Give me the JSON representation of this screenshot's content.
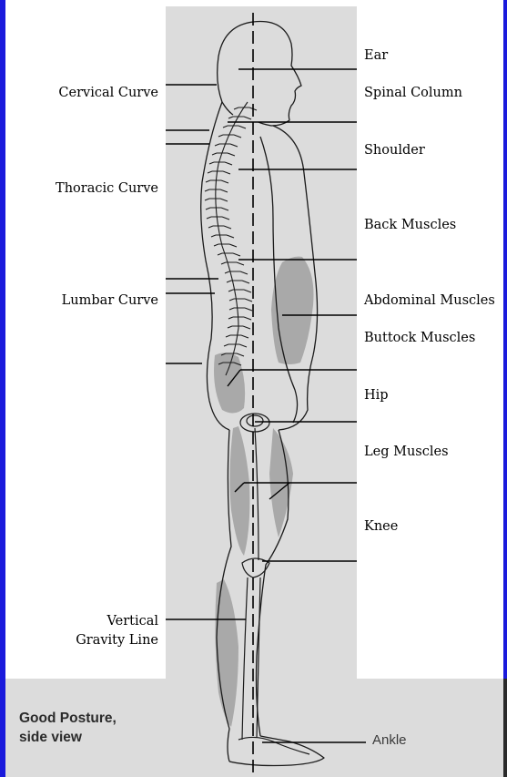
{
  "diagram": {
    "left_labels": {
      "cervical": "Cervical Curve",
      "thoracic": "Thoracic Curve",
      "lumbar": "Lumbar Curve",
      "vertical_1": "Vertical",
      "vertical_2": "Gravity Line"
    },
    "right_labels": {
      "ear": "Ear",
      "spinal_column": "Spinal Column",
      "shoulder": "Shoulder",
      "back_muscles": "Back Muscles",
      "abdominal_muscles": "Abdominal Muscles",
      "buttock_muscles": "Buttock Muscles",
      "hip": "Hip",
      "leg_muscles": "Leg Muscles",
      "knee": "Knee"
    },
    "caption": {
      "line1": "Good Posture,",
      "line2": "side view"
    },
    "ankle_label": "Ankle",
    "colors": {
      "frame": "#1a1adc",
      "panel": "#dcdcdc",
      "muscle": "#a9a9a9",
      "outline": "#1a1a1a"
    }
  }
}
